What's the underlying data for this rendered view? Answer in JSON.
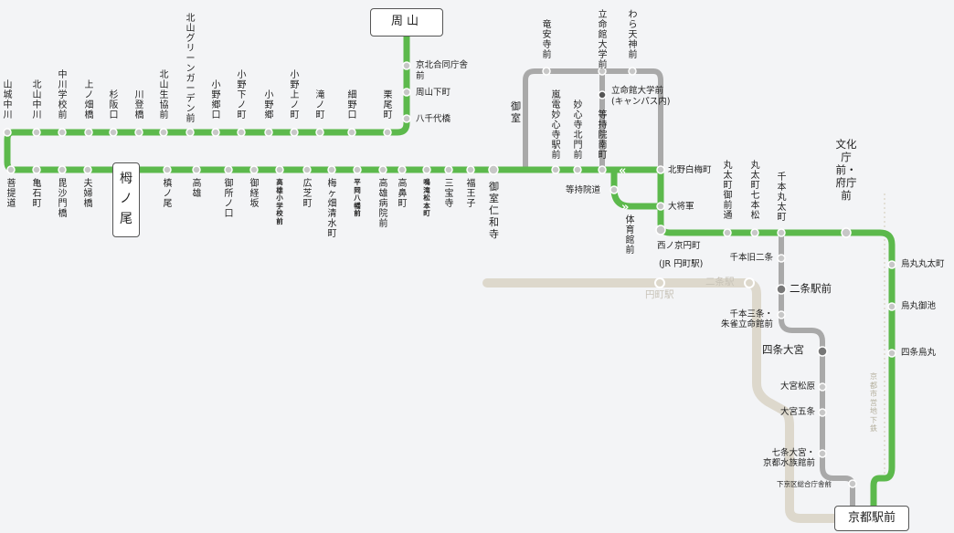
{
  "terminals": {
    "shuzan": "周山",
    "togano": "栂ノ尾",
    "kyoto_station": "京都駅前"
  },
  "top_row_stations": [
    "山城中川",
    "北山中川",
    "中川学校前",
    "上ノ畑橋",
    "杉阪口",
    "川登橋",
    "北山生協前",
    "北山グリーンガーデン前",
    "小野郷口",
    "小野下ノ町",
    "小野郷",
    "小野上ノ町",
    "滝ノ町",
    "細野口",
    "栗尾町"
  ],
  "upper_branch_stations": [
    "京北合同庁舎前",
    "周山下町",
    "八千代橋"
  ],
  "bottom_row_stations": [
    "菩提道",
    "亀石町",
    "毘沙門橋",
    "夫婦橋",
    "槙ノ尾",
    "高雄",
    "御所ノ口",
    "御経坂",
    "高雄小学校前",
    "広芝町",
    "梅ヶ畑清水町",
    "平岡八幡前",
    "高雄病院前",
    "高鼻町",
    "鳴滝松本町",
    "三宝寺",
    "福王子",
    "御室仁和寺"
  ],
  "small_bold_stations": [
    "高雄小学校前",
    "平岡八幡前",
    "鳴滝松本町"
  ],
  "loop_stations": {
    "omuro": "御室",
    "ryoanji": "竜安寺前",
    "ritsumeikan": "立命館大学前",
    "waratenjin": "わら天神前",
    "ritsumeikan_campus": "立命館大学前\n(キャンパス内)",
    "arashiyama": "嵐電妙心寺駅前",
    "myoshinji": "妙心寺北門前",
    "tojiin": "等持院南町",
    "kitano": "北野白梅町",
    "tojiin_road": "等持院道",
    "taiikukan": "体育館前",
    "taisho": "大将軍"
  },
  "senbon_stations": {
    "nishinokyo": "西ノ京円町",
    "jr_enmachi": "(JR 円町駅)",
    "marutamachi_gozen": "丸太町御前通",
    "marutamachi_shichihon": "丸太町七本松",
    "senbon_marutamachi": "千本丸太町",
    "bunkacho": "文化庁前・府庁前",
    "karasuma_marutamachi": "烏丸丸太町",
    "karasuma_oike": "烏丸御池",
    "shijo_karasuma": "四条烏丸"
  },
  "south_stations": {
    "senbon_kyunijo": "千本旧二条",
    "nijo_ekimae": "二条駅前",
    "senbon_sanjo": "千本三条・\n朱雀立命館前",
    "shijo_omiya": "四条大宮",
    "omiya_matsubara": "大宮松原",
    "omiya_gojo": "大宮五条",
    "shichijo_omiya": "七条大宮・\n京都水族館前",
    "shimogyo": "下京区総合庁舎前"
  },
  "rail_labels": {
    "enmachi": "円町駅",
    "nijo": "二条駅",
    "subway": "京都市営地下鉄"
  },
  "colors": {
    "green": "#5cb94c",
    "gray": "#a9a9a9",
    "rail": "#ddd8cc",
    "station_fill": "#c7c7c7"
  }
}
